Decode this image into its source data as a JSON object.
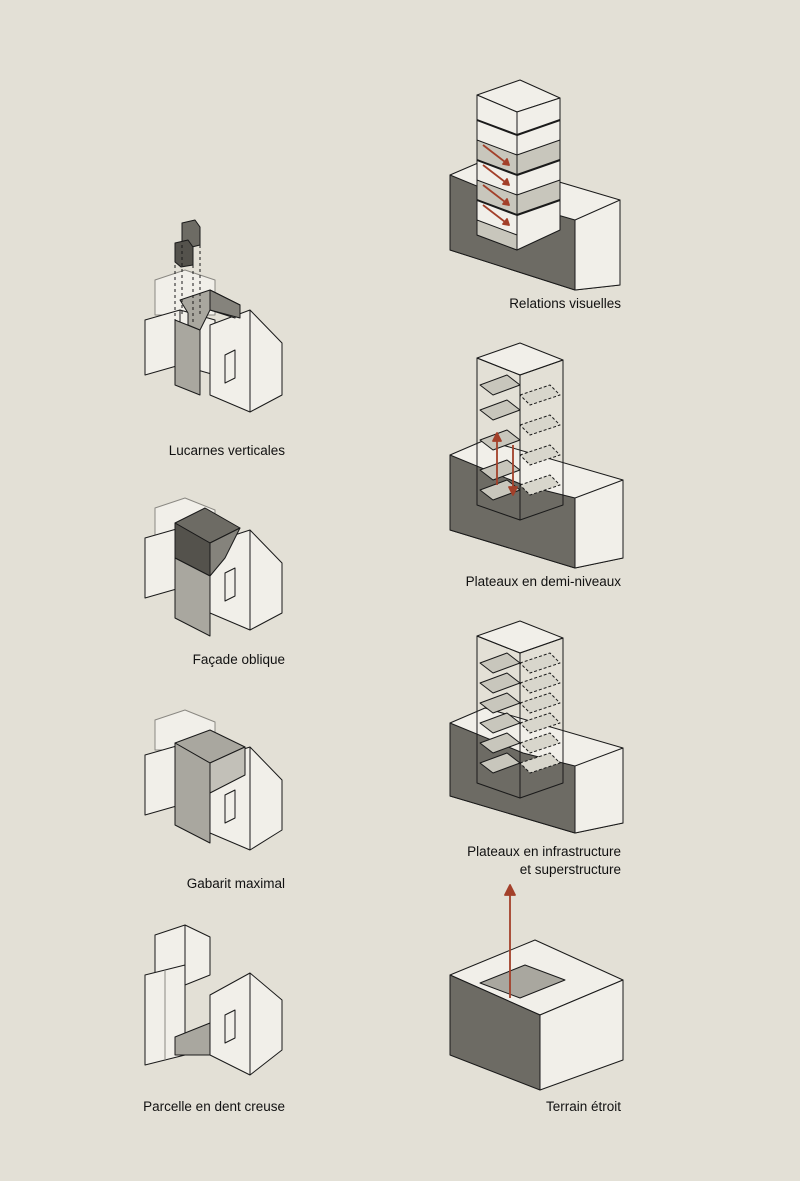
{
  "colors": {
    "background": "#e3e0d6",
    "line": "#1a1a1a",
    "volume_light": "#f1efe9",
    "grey_medium": "#a9a79f",
    "grey_dark": "#6d6b64",
    "grey_darkest": "#54524c",
    "accent_red": "#a3402a"
  },
  "left_column": {
    "lucarnes": {
      "caption": "Lucarnes verticales"
    },
    "facade": {
      "caption": "Façade oblique"
    },
    "gabarit": {
      "caption": "Gabarit maximal"
    },
    "parcelle": {
      "caption": "Parcelle en dent creuse"
    }
  },
  "right_column": {
    "relations": {
      "caption": "Relations visuelles"
    },
    "demi_niveaux": {
      "caption": "Plateaux en demi-niveaux"
    },
    "infra": {
      "caption_line1": "Plateaux en infrastructure",
      "caption_line2": "et superstructure"
    },
    "terrain": {
      "caption": "Terrain étroit"
    }
  }
}
